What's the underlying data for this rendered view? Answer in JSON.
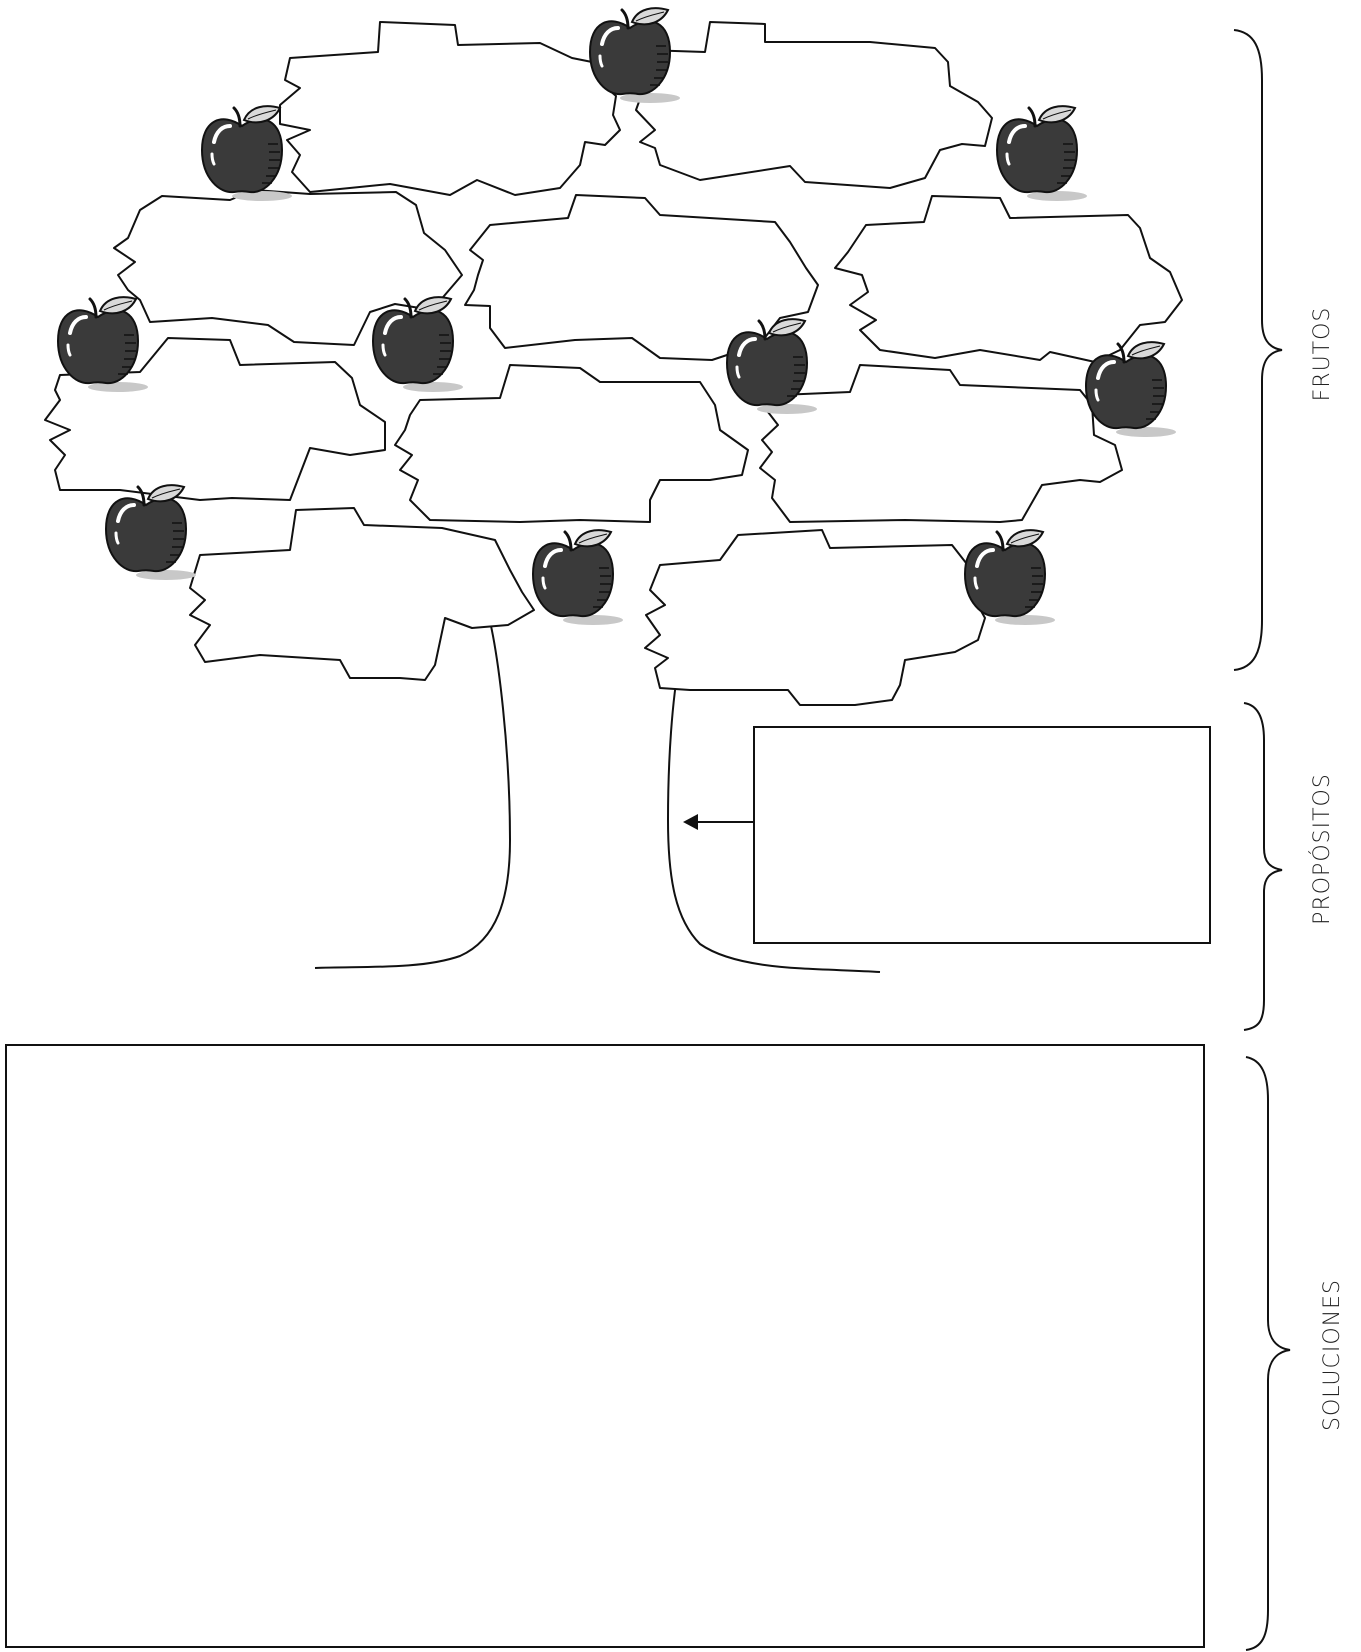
{
  "sections": {
    "frutos": "FRUTOS",
    "propositos": "PROPÓSITOS",
    "soluciones": "SOLUCIONES"
  },
  "apple_icon": "apple-icon",
  "colors": {
    "stroke": "#111111",
    "apple_fill": "#3a3a3a",
    "apple_shadow": "#c8c8c8",
    "leaf_fill": "#d9d9d9"
  }
}
